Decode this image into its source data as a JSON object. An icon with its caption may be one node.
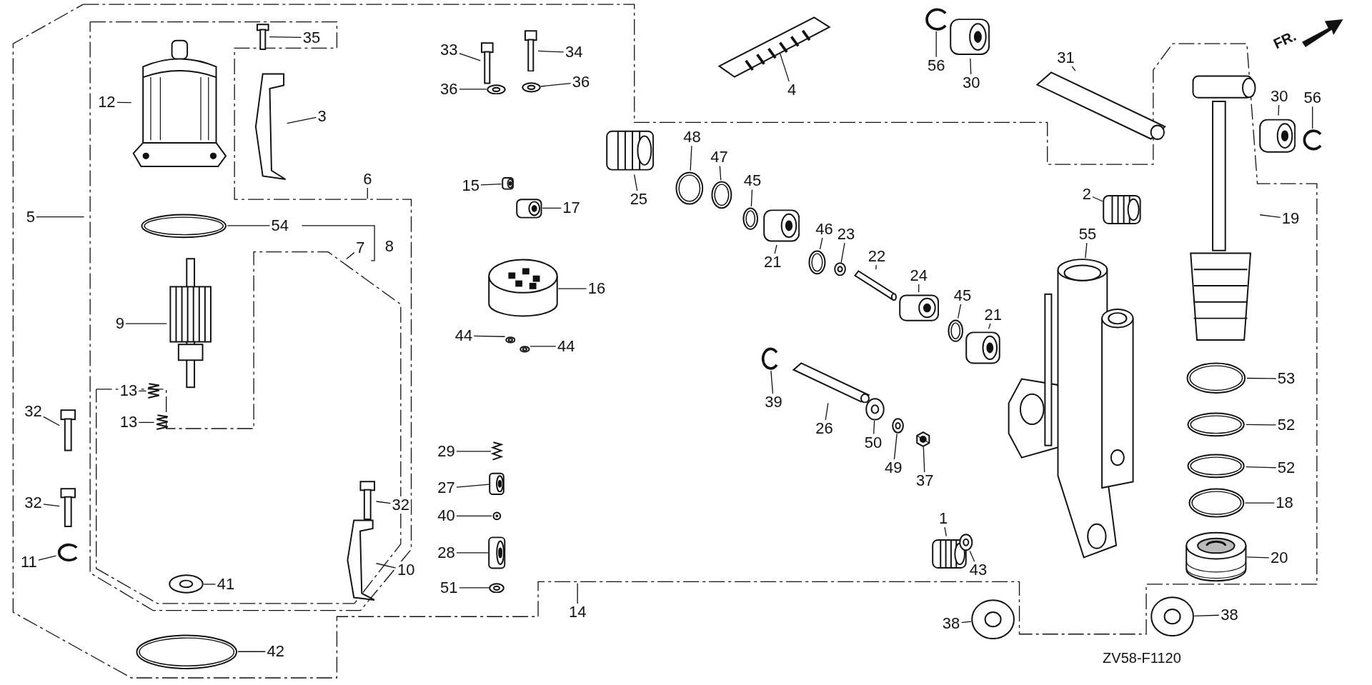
{
  "diagram": {
    "nodes": [
      {
        "text": [
          "12"
        ]
      },
      {
        "text": [],
        "shape": "picture"
      },
      {
        "text": [
          "35"
        ]
      },
      {
        "text": [],
        "shape": "picture"
      },
      {
        "text": [
          "3"
        ]
      },
      {
        "text": [],
        "shape": "picture"
      },
      {
        "text": [
          "54"
        ]
      },
      {
        "text": [],
        "shape": "circle"
      },
      {
        "text": [
          "9"
        ]
      },
      {
        "text": [],
        "shape": "picture"
      },
      {
        "text": [
          "13"
        ]
      },
      {
        "text": [],
        "shape": "picture"
      },
      {
        "text": [
          "13"
        ]
      },
      {
        "text": [],
        "shape": "picture"
      },
      {
        "text": [
          "32"
        ]
      },
      {
        "text": [],
        "shape": "picture"
      },
      {
        "text": [
          "32"
        ]
      },
      {
        "text": [],
        "shape": "picture"
      },
      {
        "text": [
          "11"
        ]
      },
      {
        "text": [],
        "shape": "picture"
      },
      {
        "text": [
          "41"
        ]
      },
      {
        "text": [],
        "shape": "picture"
      },
      {
        "text": [
          "42"
        ]
      },
      {
        "text": [],
        "shape": "circle"
      },
      {
        "text": [
          "32"
        ]
      },
      {
        "text": [],
        "shape": "picture"
      },
      {
        "text": [
          "10"
        ]
      },
      {
        "text": [],
        "shape": "picture"
      },
      {
        "text": [
          "33"
        ]
      },
      {
        "text": [],
        "shape": "picture"
      },
      {
        "text": [
          "34"
        ]
      },
      {
        "text": [],
        "shape": "picture"
      },
      {
        "text": [
          "36"
        ]
      },
      {
        "text": [],
        "shape": "picture"
      },
      {
        "text": [
          "36"
        ]
      },
      {
        "text": [],
        "shape": "picture"
      },
      {
        "text": [
          "15"
        ]
      },
      {
        "text": [],
        "shape": "picture"
      },
      {
        "text": [
          "17"
        ]
      },
      {
        "text": [],
        "shape": "picture"
      },
      {
        "text": [
          "16"
        ]
      },
      {
        "text": [],
        "shape": "picture"
      },
      {
        "text": [
          "44"
        ]
      },
      {
        "text": [],
        "shape": "picture"
      },
      {
        "text": [
          "44"
        ]
      },
      {
        "text": [],
        "shape": "picture"
      },
      {
        "text": [
          "29"
        ]
      },
      {
        "text": [],
        "shape": "picture"
      },
      {
        "text": [
          "27"
        ]
      },
      {
        "text": [],
        "shape": "picture"
      },
      {
        "text": [
          "40"
        ]
      },
      {
        "text": [],
        "shape": "circle"
      },
      {
        "text": [
          "28"
        ]
      },
      {
        "text": [],
        "shape": "picture"
      },
      {
        "text": [
          "51"
        ]
      },
      {
        "text": [],
        "shape": "picture"
      },
      {
        "text": [
          "4"
        ]
      },
      {
        "text": [],
        "shape": "picture"
      },
      {
        "text": [
          "25"
        ]
      },
      {
        "text": [],
        "shape": "picture"
      },
      {
        "text": [
          "48"
        ]
      },
      {
        "text": [],
        "shape": "circle"
      },
      {
        "text": [
          "47"
        ]
      },
      {
        "text": [],
        "shape": "circle"
      },
      {
        "text": [
          "45"
        ]
      },
      {
        "text": [],
        "shape": "circle"
      },
      {
        "text": [
          "21"
        ]
      },
      {
        "text": [],
        "shape": "picture"
      },
      {
        "text": [
          "46"
        ]
      },
      {
        "text": [],
        "shape": "circle"
      },
      {
        "text": [
          "23"
        ]
      },
      {
        "text": [],
        "shape": "picture"
      },
      {
        "text": [
          "22"
        ]
      },
      {
        "text": [],
        "shape": "picture"
      },
      {
        "text": [
          "24"
        ]
      },
      {
        "text": [],
        "shape": "picture"
      },
      {
        "text": [
          "45"
        ]
      },
      {
        "text": [],
        "shape": "circle"
      },
      {
        "text": [
          "21"
        ]
      },
      {
        "text": [],
        "shape": "picture"
      },
      {
        "text": [
          "39"
        ]
      },
      {
        "text": [],
        "shape": "picture"
      },
      {
        "text": [
          "26"
        ]
      },
      {
        "text": [],
        "shape": "picture"
      },
      {
        "text": [
          "50"
        ]
      },
      {
        "text": [],
        "shape": "picture"
      },
      {
        "text": [
          "49"
        ]
      },
      {
        "text": [],
        "shape": "picture"
      },
      {
        "text": [
          "37"
        ]
      },
      {
        "text": [],
        "shape": "picture"
      },
      {
        "text": [
          "1"
        ]
      },
      {
        "text": [],
        "shape": "picture"
      },
      {
        "text": [
          "43"
        ]
      },
      {
        "text": [],
        "shape": "picture"
      },
      {
        "text": [
          "38"
        ]
      },
      {
        "text": [],
        "shape": "picture"
      },
      {
        "text": [
          "38"
        ]
      },
      {
        "text": [],
        "shape": "picture"
      },
      {
        "text": [
          "55"
        ]
      },
      {
        "text": [],
        "shape": "picture"
      },
      {
        "text": [
          "2"
        ]
      },
      {
        "text": [],
        "shape": "picture"
      },
      {
        "text": [
          "56"
        ]
      },
      {
        "text": [],
        "shape": "picture"
      },
      {
        "text": [
          "30"
        ]
      },
      {
        "text": [],
        "shape": "picture"
      },
      {
        "text": [
          "31"
        ]
      },
      {
        "text": [],
        "shape": "picture"
      },
      {
        "text": [
          "30"
        ]
      },
      {
        "text": [],
        "shape": "picture"
      },
      {
        "text": [
          "56"
        ]
      },
      {
        "text": [],
        "shape": "picture"
      },
      {
        "text": [
          "19"
        ]
      },
      {
        "text": [],
        "shape": "picture"
      },
      {
        "text": [
          "53"
        ]
      },
      {
        "text": [],
        "shape": "circle"
      },
      {
        "text": [
          "52"
        ]
      },
      {
        "text": [],
        "shape": "circle"
      },
      {
        "text": [
          "52"
        ]
      },
      {
        "text": [],
        "shape": "circle"
      },
      {
        "text": [
          "18"
        ]
      },
      {
        "text": [],
        "shape": "circle"
      },
      {
        "text": [
          "20"
        ]
      },
      {
        "text": [],
        "shape": "picture"
      },
      {
        "text": [
          "5"
        ]
      },
      {
        "text": [
          "6"
        ]
      },
      {
        "text": [
          "7"
        ]
      },
      {
        "text": [
          "14"
        ]
      }
    ],
    "edges": [
      {
        "from": 0,
        "to": 1,
        "arrow": "none"
      },
      {
        "from": 2,
        "to": 3,
        "arrow": "none"
      },
      {
        "from": 4,
        "to": 5,
        "arrow": "none"
      },
      {
        "from": 6,
        "to": 7,
        "arrow": "none"
      },
      {
        "from": 8,
        "to": 9,
        "arrow": "none"
      },
      {
        "from": 10,
        "to": 11,
        "arrow": "none"
      },
      {
        "from": 12,
        "to": 13,
        "arrow": "none"
      },
      {
        "from": 14,
        "to": 15,
        "arrow": "none"
      },
      {
        "from": 16,
        "to": 17,
        "arrow": "none"
      },
      {
        "from": 18,
        "to": 19,
        "arrow": "none"
      },
      {
        "from": 20,
        "to": 21,
        "arrow": "none"
      },
      {
        "from": 22,
        "to": 23,
        "arrow": "none"
      },
      {
        "from": 24,
        "to": 25,
        "arrow": "none"
      },
      {
        "from": 26,
        "to": 27,
        "arrow": "none"
      },
      {
        "from": 28,
        "to": 29,
        "arrow": "none"
      },
      {
        "from": 30,
        "to": 31,
        "arrow": "none"
      },
      {
        "from": 32,
        "to": 33,
        "arrow": "none"
      },
      {
        "from": 34,
        "to": 35,
        "arrow": "none"
      },
      {
        "from": 36,
        "to": 37,
        "arrow": "none"
      },
      {
        "from": 38,
        "to": 39,
        "arrow": "none"
      },
      {
        "from": 40,
        "to": 41,
        "arrow": "none"
      },
      {
        "from": 42,
        "to": 43,
        "arrow": "none"
      },
      {
        "from": 44,
        "to": 45,
        "arrow": "none"
      },
      {
        "from": 46,
        "to": 47,
        "arrow": "none"
      },
      {
        "from": 48,
        "to": 49,
        "arrow": "none"
      },
      {
        "from": 50,
        "to": 51,
        "arrow": "none"
      },
      {
        "from": 52,
        "to": 53,
        "arrow": "none"
      },
      {
        "from": 54,
        "to": 55,
        "arrow": "none"
      },
      {
        "from": 56,
        "to": 57,
        "arrow": "none"
      },
      {
        "from": 58,
        "to": 59,
        "arrow": "none"
      },
      {
        "from": 60,
        "to": 61,
        "arrow": "none"
      },
      {
        "from": 62,
        "to": 63,
        "arrow": "none"
      },
      {
        "from": 64,
        "to": 65,
        "arrow": "none"
      },
      {
        "from": 66,
        "to": 67,
        "arrow": "none"
      },
      {
        "from": 68,
        "to": 69,
        "arrow": "none"
      },
      {
        "from": 70,
        "to": 71,
        "arrow": "none"
      },
      {
        "from": 72,
        "to": 73,
        "arrow": "none"
      },
      {
        "from": 74,
        "to": 75,
        "arrow": "none"
      },
      {
        "from": 76,
        "to": 77,
        "arrow": "none"
      },
      {
        "from": 78,
        "to": 79,
        "arrow": "none"
      },
      {
        "from": 80,
        "to": 81,
        "arrow": "none"
      },
      {
        "from": 82,
        "to": 83,
        "arrow": "none"
      },
      {
        "from": 84,
        "to": 85,
        "arrow": "none"
      },
      {
        "from": 86,
        "to": 87,
        "arrow": "none"
      },
      {
        "from": 88,
        "to": 89,
        "arrow": "none"
      },
      {
        "from": 90,
        "to": 91,
        "arrow": "none"
      },
      {
        "from": 92,
        "to": 93,
        "arrow": "none"
      },
      {
        "from": 94,
        "to": 95,
        "arrow": "none"
      },
      {
        "from": 96,
        "to": 97,
        "arrow": "none"
      },
      {
        "from": 98,
        "to": 99,
        "arrow": "none"
      },
      {
        "from": 100,
        "to": 101,
        "arrow": "none"
      },
      {
        "from": 102,
        "to": 103,
        "arrow": "none"
      },
      {
        "from": 104,
        "to": 105,
        "arrow": "none"
      },
      {
        "from": 106,
        "to": 107,
        "arrow": "none"
      },
      {
        "from": 108,
        "to": 109,
        "arrow": "none"
      },
      {
        "from": 110,
        "to": 111,
        "arrow": "none"
      },
      {
        "from": 112,
        "to": 113,
        "arrow": "none"
      },
      {
        "from": 114,
        "to": 115,
        "arrow": "none"
      },
      {
        "from": 116,
        "to": 117,
        "arrow": "none"
      },
      {
        "from": 118,
        "to": 119,
        "arrow": "none"
      },
      {
        "from": 120,
        "to": 121,
        "arrow": "none"
      },
      {
        "from": 122,
        "to": 123,
        "arrow": "none"
      },
      {
        "from": 124,
        "to": null,
        "arrow": "none"
      },
      {
        "from": 125,
        "to": null,
        "arrow": "none"
      },
      {
        "from": 126,
        "to": null,
        "arrow": "none"
      },
      {
        "from": 127,
        "to": null,
        "arrow": "none"
      }
    ],
    "labels": [
      "FR.",
      "8",
      "ZV58-F1120"
    ]
  }
}
